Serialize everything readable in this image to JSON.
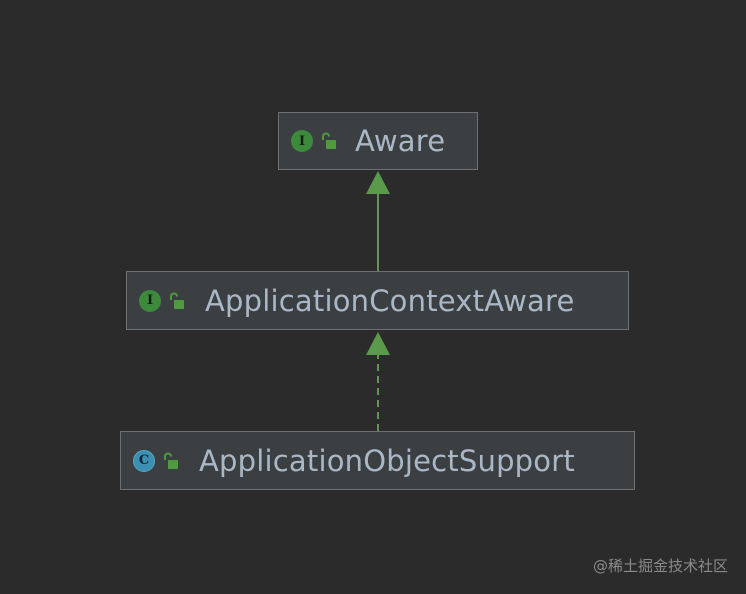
{
  "nodes": {
    "aware": {
      "kind": "interface",
      "badge": "I",
      "name": "Aware"
    },
    "application_context_aware": {
      "kind": "interface",
      "badge": "I",
      "name": "ApplicationContextAware"
    },
    "application_object_support": {
      "kind": "class",
      "badge": "C",
      "name": "ApplicationObjectSupport"
    }
  },
  "edges": [
    {
      "from": "application_context_aware",
      "to": "aware",
      "style": "solid",
      "relation": "extends"
    },
    {
      "from": "application_object_support",
      "to": "application_context_aware",
      "style": "dashed",
      "relation": "implements"
    }
  ],
  "colors": {
    "background": "#2b2b2b",
    "node_fill": "#3c3f41",
    "node_border": "#6e7073",
    "text": "#a9b7c6",
    "arrow": "#5a9a4a",
    "interface_badge": "#3d8a3d",
    "class_badge": "#3b8fb3",
    "lock": "#4f9a3f"
  },
  "icons": {
    "interface_badge": "interface-icon",
    "class_badge": "class-icon",
    "visibility": "unlocked-padlock-icon"
  },
  "watermark": "@稀土掘金技术社区"
}
